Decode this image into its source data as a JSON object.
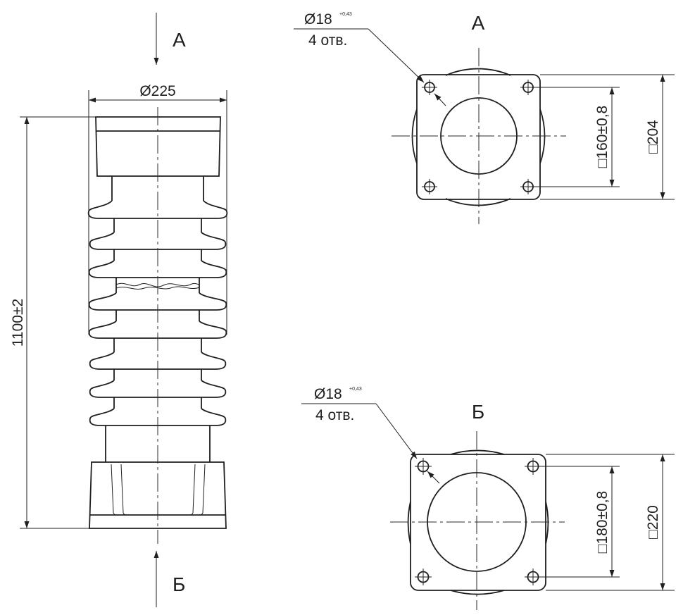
{
  "views": {
    "a": {
      "label": "А",
      "hole_callout": {
        "diameter": "Ø18",
        "tolerance": "+0,43",
        "count": "4 отв."
      },
      "dim_bolt_square": "□160±0,8",
      "dim_flange_square": "□204"
    },
    "b": {
      "label": "Б",
      "hole_callout": {
        "diameter": "Ø18",
        "tolerance": "+0,43",
        "count": "4 отв."
      },
      "dim_bolt_square": "□180±0,8",
      "dim_flange_square": "□220"
    }
  },
  "side": {
    "view_a_label": "А",
    "view_b_label": "Б",
    "dim_diameter": "Ø225",
    "dim_height": "1100±2"
  }
}
